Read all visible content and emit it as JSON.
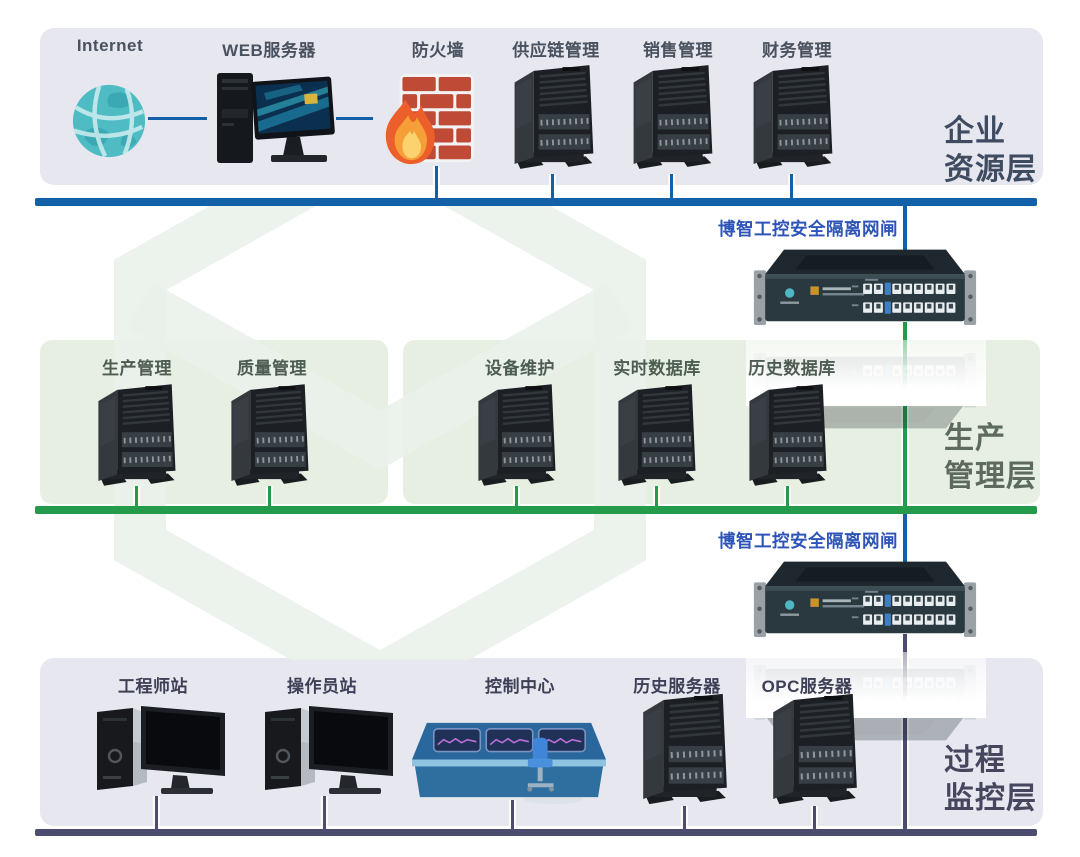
{
  "diagram": {
    "gateway": {
      "label": "博智工控安全隔离网闸"
    },
    "enterprise": {
      "title_line1": "企业",
      "title_line2": "资源层",
      "nodes": [
        {
          "label": "Internet",
          "icon": "internet-globe-icon"
        },
        {
          "label": "WEB服务器",
          "icon": "web-server-icon"
        },
        {
          "label": "防火墙",
          "icon": "firewall-icon"
        },
        {
          "label": "供应链管理",
          "icon": "tower-server-icon"
        },
        {
          "label": "销售管理",
          "icon": "tower-server-icon"
        },
        {
          "label": "财务管理",
          "icon": "tower-server-icon"
        }
      ]
    },
    "production": {
      "title_line1": "生产",
      "title_line2": "管理层",
      "nodes": [
        {
          "label": "生产管理",
          "icon": "tower-server-icon"
        },
        {
          "label": "质量管理",
          "icon": "tower-server-icon"
        },
        {
          "label": "设备维护",
          "icon": "tower-server-icon"
        },
        {
          "label": "实时数据库",
          "icon": "tower-server-icon"
        },
        {
          "label": "历史数据库",
          "icon": "tower-server-icon"
        }
      ]
    },
    "process": {
      "title_line1": "过程",
      "title_line2": "监控层",
      "nodes": [
        {
          "label": "工程师站",
          "icon": "desktop-pc-icon"
        },
        {
          "label": "操作员站",
          "icon": "desktop-pc-icon"
        },
        {
          "label": "控制中心",
          "icon": "console-icon"
        },
        {
          "label": "历史服务器",
          "icon": "tower-server-icon"
        },
        {
          "label": "OPC服务器",
          "icon": "tower-server-icon"
        }
      ]
    },
    "colors": {
      "enterprise_bus": "#1160a8",
      "production_bus": "#239b4a",
      "process_bus": "#4c4b70",
      "gateway_label": "#2e54b8",
      "panel_gray": "#e6e7ef",
      "panel_green": "#e7efe3"
    }
  }
}
